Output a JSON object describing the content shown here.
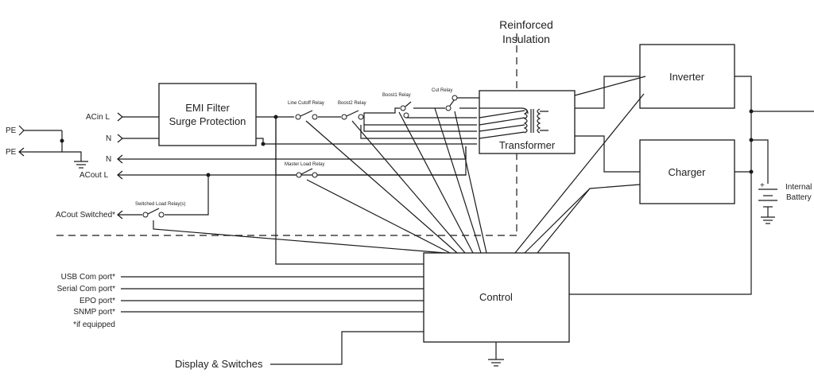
{
  "labels": {
    "reinforced_line1": "Reinforced",
    "reinforced_line2": "Insulation",
    "pe_in": "PE",
    "pe_out": "PE",
    "acin_l": "ACin  L",
    "n_in": "N",
    "n_out": "N",
    "acout_l": "ACout  L",
    "acout_switched": "ACout Switched*",
    "usb_port": "USB Com port*",
    "serial_port": "Serial Com port*",
    "epo_port": "EPO port*",
    "snmp_port": "SNMP port*",
    "if_equipped": "*if equipped",
    "display_switches": "Display & Switches",
    "internal_battery_1": "Internal",
    "internal_battery_2": "Battery",
    "battery_plus": "+"
  },
  "blocks": {
    "emi_line1": "EMI Filter",
    "emi_line2": "Surge Protection",
    "transformer": "Transformer",
    "inverter": "Inverter",
    "charger": "Charger",
    "control": "Control"
  },
  "relays": {
    "line_cutoff": "Line Cutoff Relay",
    "boost2": "Boost2 Relay",
    "boost1": "Boost1 Relay",
    "cut": "Cut Relay",
    "master_load": "Master Load Relay",
    "switched_load": "Switched Load Relay(s)"
  }
}
